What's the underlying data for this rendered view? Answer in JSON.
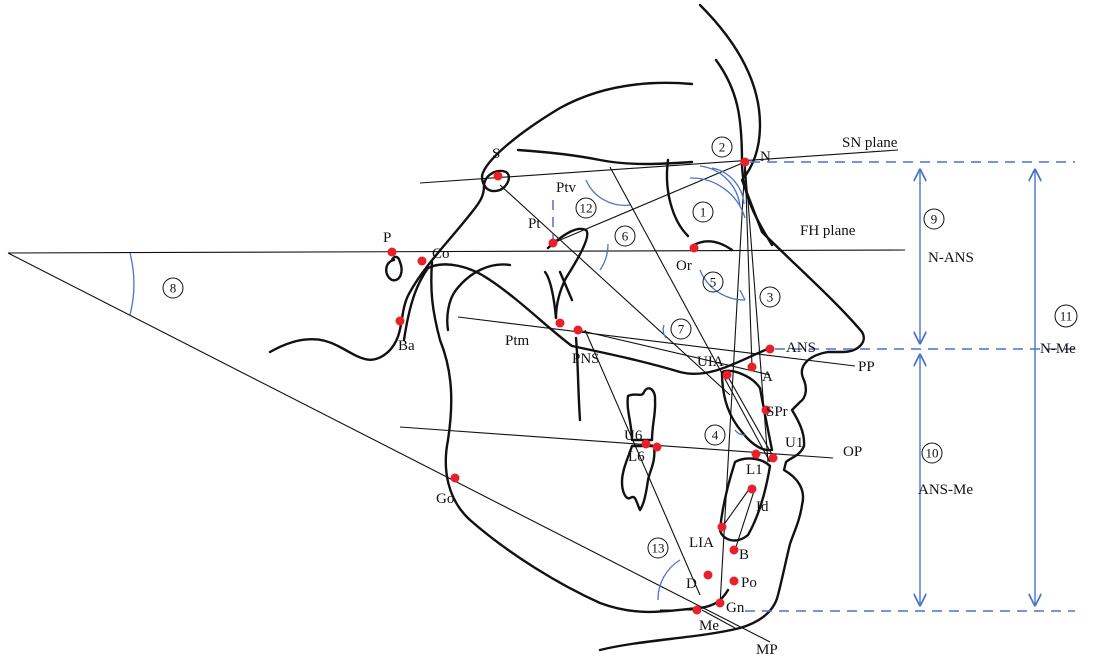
{
  "landmarks": [
    "S",
    "N",
    "P",
    "Co",
    "Or",
    "Pt",
    "Ptv",
    "Ba",
    "Ptm",
    "PNS",
    "ANS",
    "A",
    "UIA",
    "SPr",
    "U6",
    "L6",
    "U1",
    "L1",
    "Id",
    "Go",
    "LIA",
    "B",
    "D",
    "Po",
    "Gn",
    "Me"
  ],
  "planes": {
    "sn": "SN plane",
    "fh": "FH plane",
    "pp": "PP",
    "op": "OP",
    "mp": "MP"
  },
  "measures": {
    "n_ans": "N-ANS",
    "ans_me": "ANS-Me",
    "n_me": "N-Me"
  },
  "angles": [
    "1",
    "2",
    "3",
    "4",
    "5",
    "6",
    "7",
    "8",
    "9",
    "10",
    "11",
    "12",
    "13"
  ],
  "colors": {
    "landmark": "#e8202a",
    "measurement": "#4a74c9",
    "line": "#111111"
  }
}
